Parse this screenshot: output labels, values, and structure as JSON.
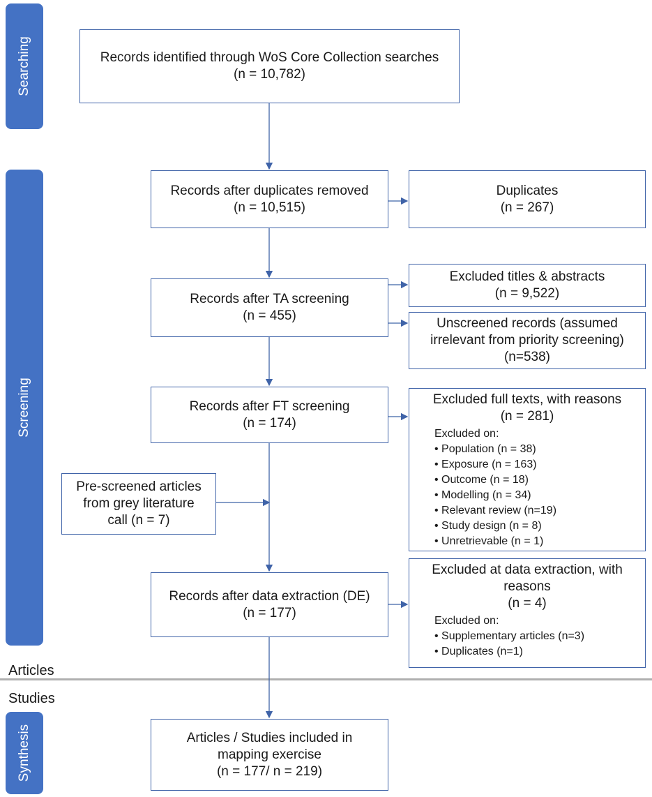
{
  "stages": {
    "searching": "Searching",
    "screening": "Screening",
    "synthesis": "Synthesis"
  },
  "section_labels": {
    "articles": "Articles",
    "studies": "Studies"
  },
  "boxes": {
    "identified": {
      "line1": "Records identified through WoS Core Collection searches",
      "line2": "(n = 10,782)"
    },
    "dup_removed": {
      "line1": "Records after duplicates removed",
      "line2": "(n = 10,515)"
    },
    "duplicates": {
      "line1": "Duplicates",
      "line2": "(n = 267)"
    },
    "ta_screen": {
      "line1": "Records after TA screening",
      "line2": "(n = 455)"
    },
    "excluded_ta": {
      "line1": "Excluded titles & abstracts",
      "line2": "(n = 9,522)"
    },
    "unscreened": {
      "line1": "Unscreened records (assumed",
      "line2": "irrelevant from priority screening)",
      "line3": "(n=538)"
    },
    "ft_screen": {
      "line1": "Records after FT screening",
      "line2": "(n = 174)"
    },
    "excluded_ft": {
      "line1": "Excluded full texts, with reasons",
      "line2": "(n = 281)",
      "sub_title": "Excluded on:",
      "items": [
        "• Population (n = 38)",
        "• Exposure (n = 163)",
        "• Outcome (n = 18)",
        "• Modelling (n = 34)",
        "• Relevant review (n=19)",
        "• Study design (n = 8)",
        "• Unretrievable (n = 1)"
      ]
    },
    "grey_lit": {
      "line1": "Pre-screened articles",
      "line2": "from grey literature",
      "line3": "call (n = 7)"
    },
    "de": {
      "line1": "Records after data extraction (DE)",
      "line2": "(n =  177)"
    },
    "excluded_de": {
      "line1": "Excluded at data extraction, with",
      "line2": "reasons",
      "line3": "(n = 4)",
      "sub_title": "Excluded on:",
      "items": [
        "• Supplementary articles (n=3)",
        "• Duplicates (n=1)"
      ]
    },
    "included": {
      "line1": "Articles / Studies included in",
      "line2": "mapping exercise",
      "line3": "(n = 177/ n = 219)"
    }
  },
  "colors": {
    "stage_fill": "#4472c4",
    "box_border": "#3f63a8",
    "arrow": "#3f63a8",
    "divider": "#b0b0b0"
  }
}
